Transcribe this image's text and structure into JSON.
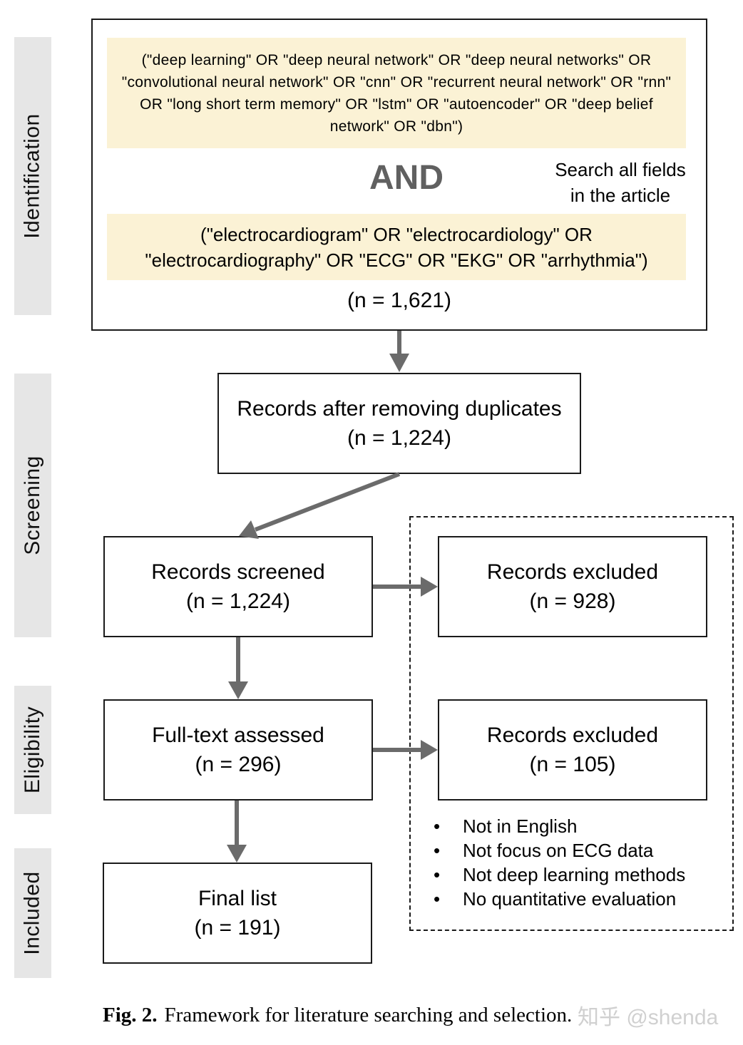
{
  "stages": {
    "identification": "Identification",
    "screening": "Screening",
    "eligibility": "Eligibility",
    "included": "Included"
  },
  "identification": {
    "query_1": "(\"deep learning\" OR \"deep neural network\" OR \"deep neural networks\" OR \"convolutional neural network\" OR \"cnn\" OR \"recurrent neural network\" OR \"rnn\" OR \"long short term memory\" OR \"lstm\" OR \"autoencoder\" OR \"deep belief network\" OR \"dbn\")",
    "operator": "AND",
    "search_note": "Search all fields in the article",
    "query_2": "(\"electrocardiogram\" OR \"electrocardiology\" OR \"electrocardiography\" OR \"ECG\" OR \"EKG\" OR \"arrhythmia\")",
    "count": "(n = 1,621)"
  },
  "nodes": {
    "dedup": {
      "label": "Records after removing duplicates",
      "count": "(n = 1,224)"
    },
    "screened": {
      "label": "Records screened",
      "count": "(n = 1,224)"
    },
    "excluded_screen": {
      "label": "Records excluded",
      "count": "(n = 928)"
    },
    "fulltext": {
      "label": "Full-text assessed",
      "count": "(n = 296)"
    },
    "excluded_fulltext": {
      "label": "Records excluded",
      "count": "(n = 105)"
    },
    "final": {
      "label": "Final list",
      "count": "(n = 191)"
    }
  },
  "exclusion_reasons": [
    "Not in English",
    "Not focus on ECG data",
    "Not deep learning methods",
    "No quantitative evaluation"
  ],
  "caption": {
    "label": "Fig. 2.",
    "text": "Framework for literature searching and selection."
  },
  "watermark": "知乎 @shenda",
  "colors": {
    "stage_band": "#e6e6e6",
    "query_fill": "#fbf2d5",
    "arrow": "#6b6b6b",
    "and_text": "#606060"
  }
}
